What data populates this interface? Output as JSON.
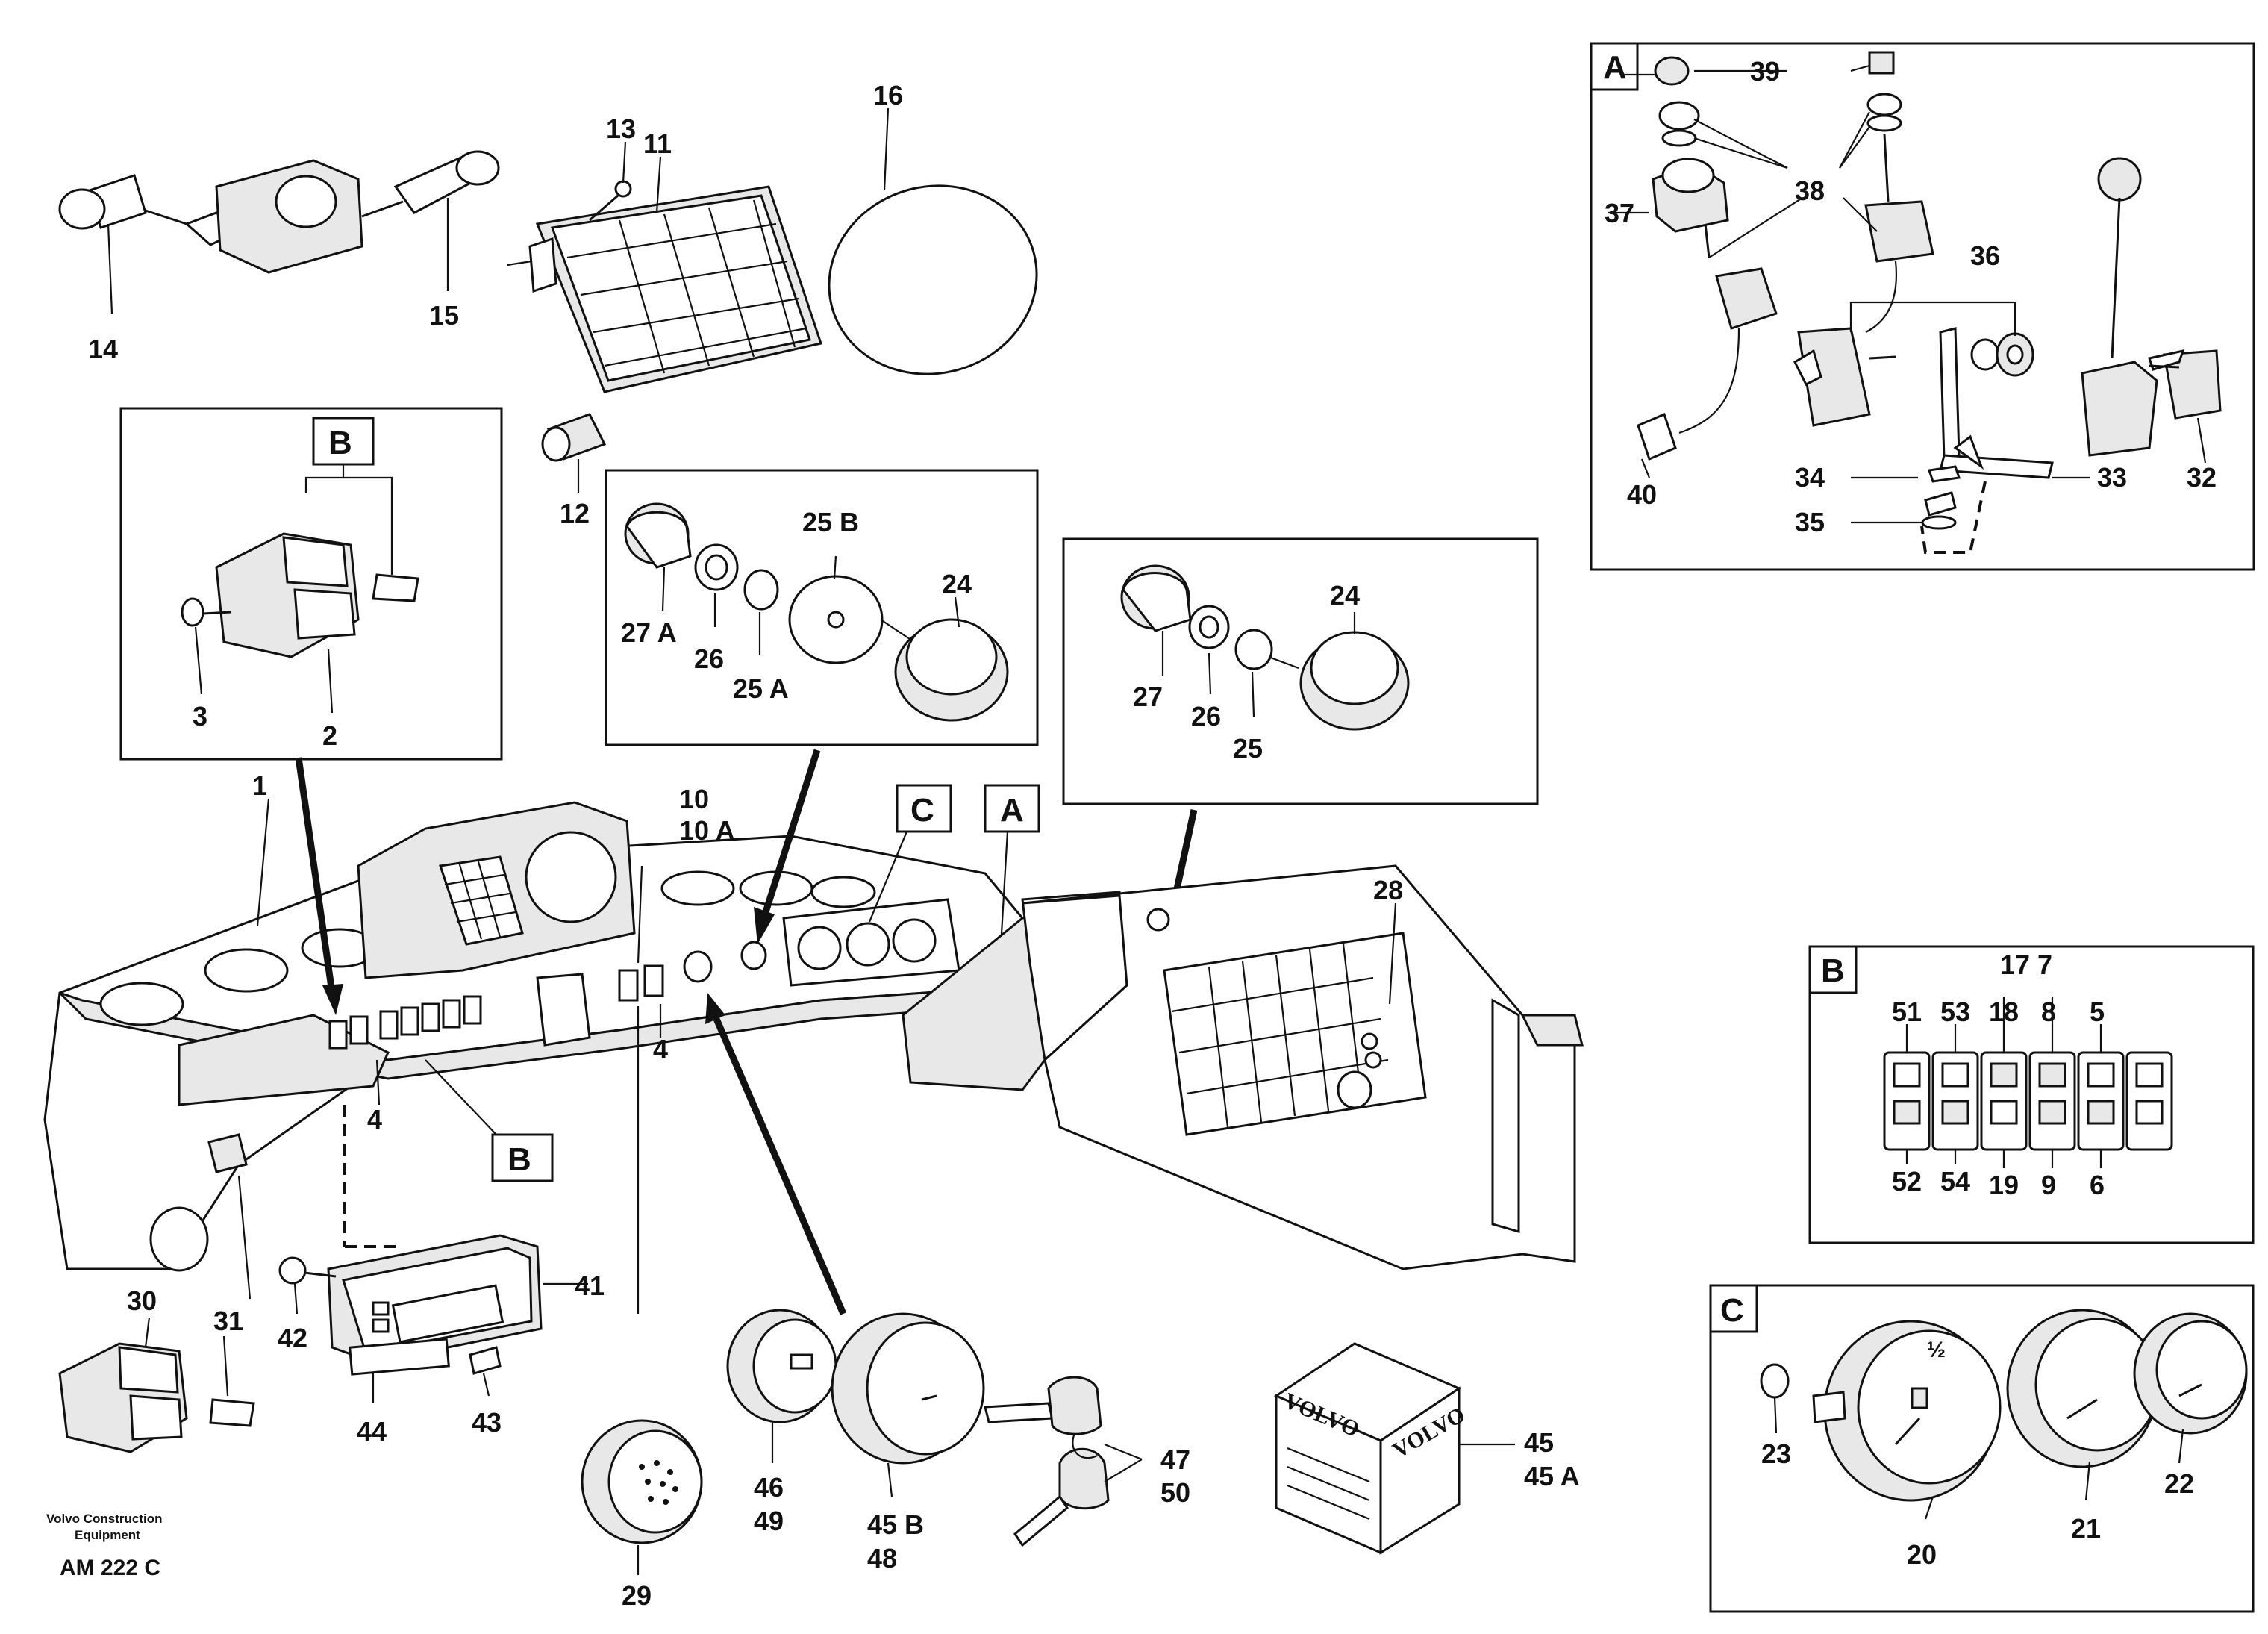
{
  "diagram": {
    "credit_line_1": "Volvo Construction",
    "credit_line_2": "Equipment",
    "figure_code": "AM 222 C",
    "brand_text": "VOLVO",
    "callouts": {
      "c1": "1",
      "c2": "2",
      "c3": "3",
      "c4a": "4",
      "c4b": "4",
      "c10": "10",
      "c10a": "10 A",
      "c11": "11",
      "c12": "12",
      "c13": "13",
      "c14": "14",
      "c15": "15",
      "c16": "16",
      "c24a": "24",
      "c24b": "24",
      "c25": "25",
      "c25a": "25 A",
      "c25b": "25 B",
      "c26a": "26",
      "c26b": "26",
      "c27": "27",
      "c27a": "27 A",
      "c28": "28",
      "c29": "29",
      "c30": "30",
      "c31": "31",
      "c41": "41",
      "c42": "42",
      "c43": "43",
      "c44": "44",
      "c45": "45",
      "c45a": "45 A",
      "c45b": "45 B",
      "c46": "46",
      "c47": "47",
      "c48": "48",
      "c49": "49",
      "c50": "50"
    },
    "panel_a": {
      "letter": "A",
      "callouts": {
        "c32": "32",
        "c33": "33",
        "c34": "34",
        "c35": "35",
        "c36": "36",
        "c37": "37",
        "c38": "38",
        "c39": "39",
        "c40": "40"
      }
    },
    "panel_b": {
      "letter": "B",
      "callouts": {
        "c5": "5",
        "c6": "6",
        "c7": "7",
        "c8": "8",
        "c9": "9",
        "c17": "17",
        "c18": "18",
        "c19": "19",
        "c51": "51",
        "c52": "52",
        "c53": "53",
        "c54": "54"
      }
    },
    "panel_c": {
      "letter": "C",
      "gauge_half_mark": "½",
      "callouts": {
        "c20": "20",
        "c21": "21",
        "c22": "22",
        "c23": "23"
      }
    },
    "markers": {
      "b_detail": "B",
      "b_dash": "B",
      "c_dash": "C",
      "a_dash": "A"
    }
  }
}
